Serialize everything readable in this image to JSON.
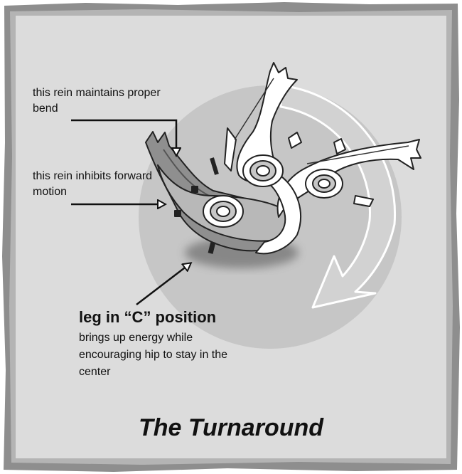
{
  "annotations": {
    "rein_bend": "this rein maintains proper bend",
    "rein_inhibit": "this rein inhibits forward motion",
    "leg_heading": "leg in “C” position",
    "leg_description": "brings up energy while encouraging hip to stay in the center"
  },
  "title": "The Turnaround",
  "colors": {
    "frame": "#8e8e8e",
    "panel": "#dcdcdc",
    "circle": "#c6c6c6",
    "horse_front": "#ffffff",
    "horse_mid": "#b8b8b8",
    "horse_back": "#8f8f8f",
    "outline": "#222222",
    "text": "#111111"
  },
  "icons": [
    "turn-arrow-icon",
    "pointer-arrow-icon",
    "saddle-icon",
    "horse-figure"
  ]
}
